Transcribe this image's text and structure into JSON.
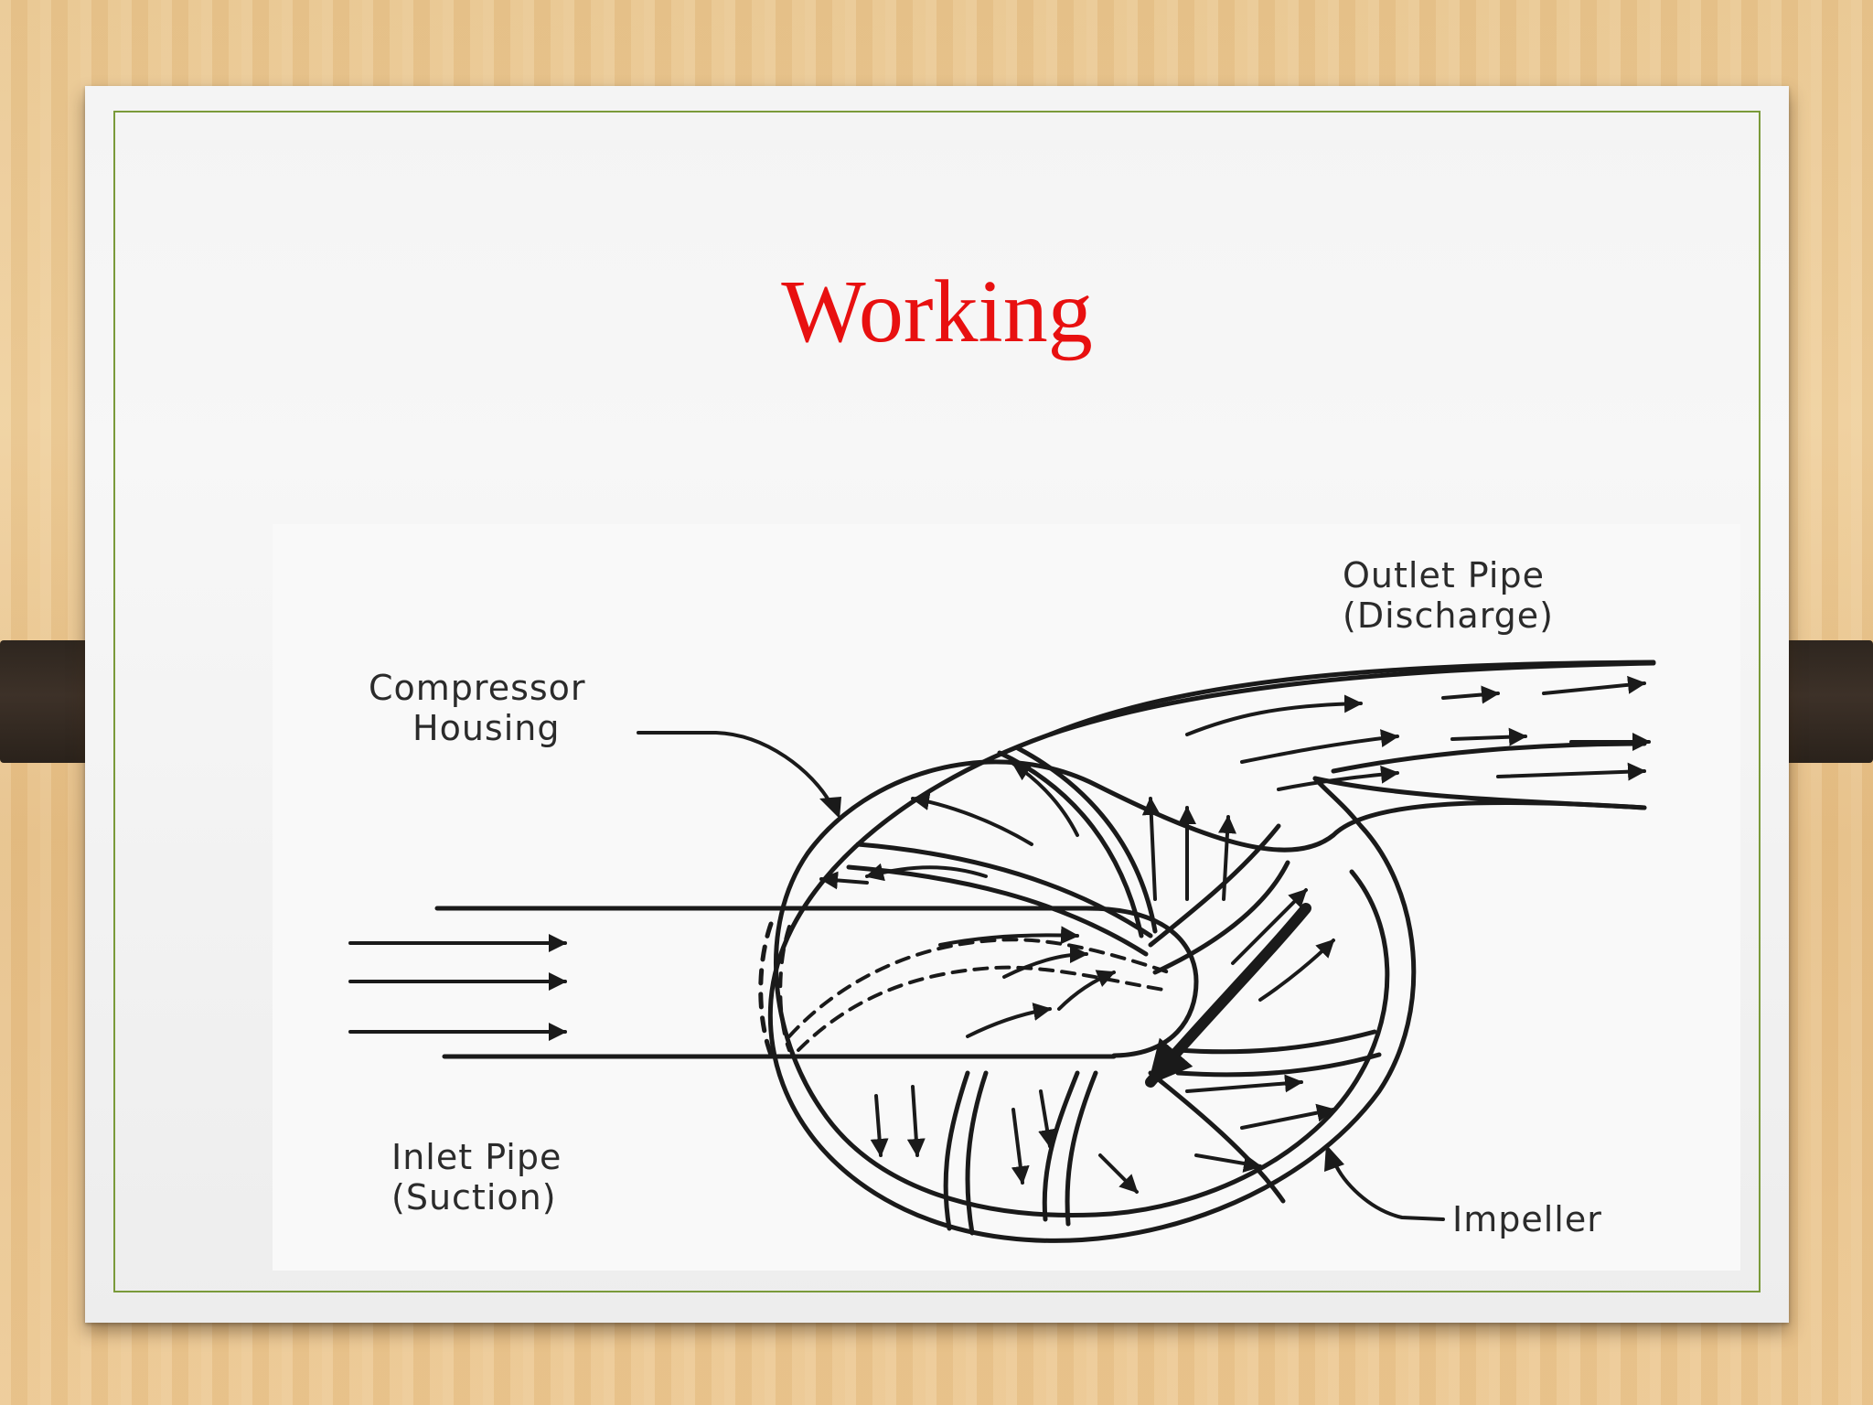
{
  "slide": {
    "title": "Working"
  },
  "diagram": {
    "labels": {
      "outlet_line1": "Outlet Pipe",
      "outlet_line2": "(Discharge)",
      "housing_line1": "Compressor",
      "housing_line2": "Housing",
      "inlet_line1": "Inlet Pipe",
      "inlet_line2": "(Suction)",
      "impeller": "Impeller"
    }
  },
  "colors": {
    "title": "#e81010",
    "border": "#7a9a3a",
    "ink": "#1a1a1a"
  }
}
